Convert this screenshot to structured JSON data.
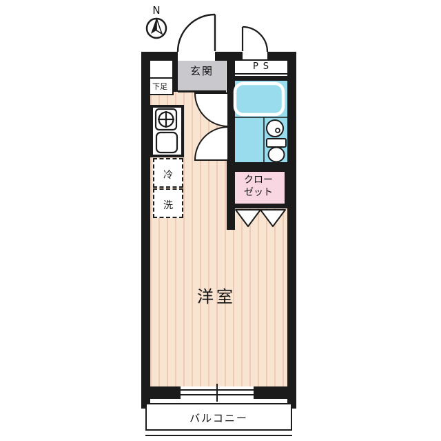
{
  "floorplan": {
    "compass": {
      "label": "N"
    },
    "entrance": {
      "label": "玄関"
    },
    "pipe_space": {
      "label": "PS"
    },
    "shoe_storage": {
      "label": "下足"
    },
    "closet": {
      "line1": "クロー",
      "line2": "ゼット"
    },
    "refrigerator": {
      "label": "冷"
    },
    "washing": {
      "label": "洗"
    },
    "room": {
      "label": "洋室"
    },
    "balcony": {
      "label": "バルコニー"
    },
    "colors": {
      "wall": "#1b1b1b",
      "entrance_floor": "#c9c9cd",
      "bathroom_fill": "#99dcee",
      "closet_fill": "#f8d6e2",
      "room_floor": "#f9e3d1",
      "room_floor_stripe": "#eecbb5"
    }
  }
}
